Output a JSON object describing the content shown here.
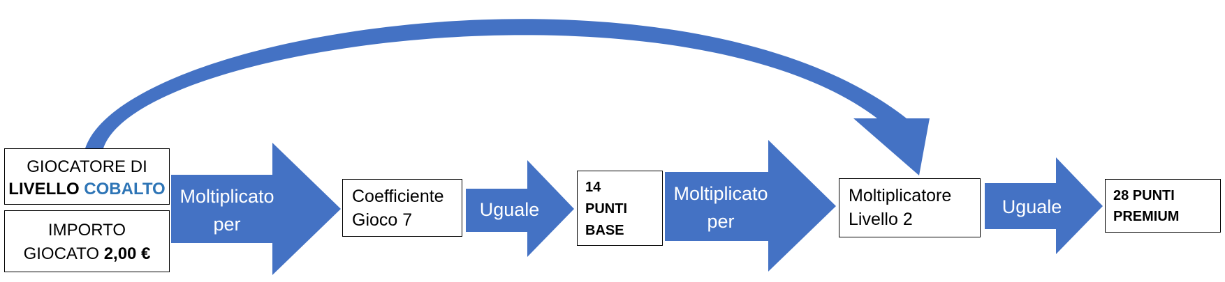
{
  "colors": {
    "arrow": "#4472c4",
    "accent_text": "#2e75b6"
  },
  "player_box": {
    "line1": "GIOCATORE DI",
    "line2_prefix": "LIVELLO ",
    "line2_level": "COBALTO"
  },
  "amount_box": {
    "line1": "IMPORTO",
    "line2_prefix": "GIOCATO ",
    "line2_amount": "2,00 €"
  },
  "arrow1": {
    "line1": "Moltiplicato",
    "line2": "per"
  },
  "coefficient_box": {
    "line1": "Coefficiente",
    "line2": "Gioco 7"
  },
  "arrow2": {
    "label": "Uguale"
  },
  "base_points_box": {
    "line1": "14",
    "line2": "PUNTI",
    "line3": "BASE"
  },
  "arrow3": {
    "line1": "Moltiplicato",
    "line2": "per"
  },
  "multiplier_box": {
    "line1": "Moltiplicatore",
    "line2": "Livello 2"
  },
  "arrow4": {
    "label": "Uguale"
  },
  "premium_points_box": {
    "line1": "28 PUNTI",
    "line2": "PREMIUM"
  }
}
